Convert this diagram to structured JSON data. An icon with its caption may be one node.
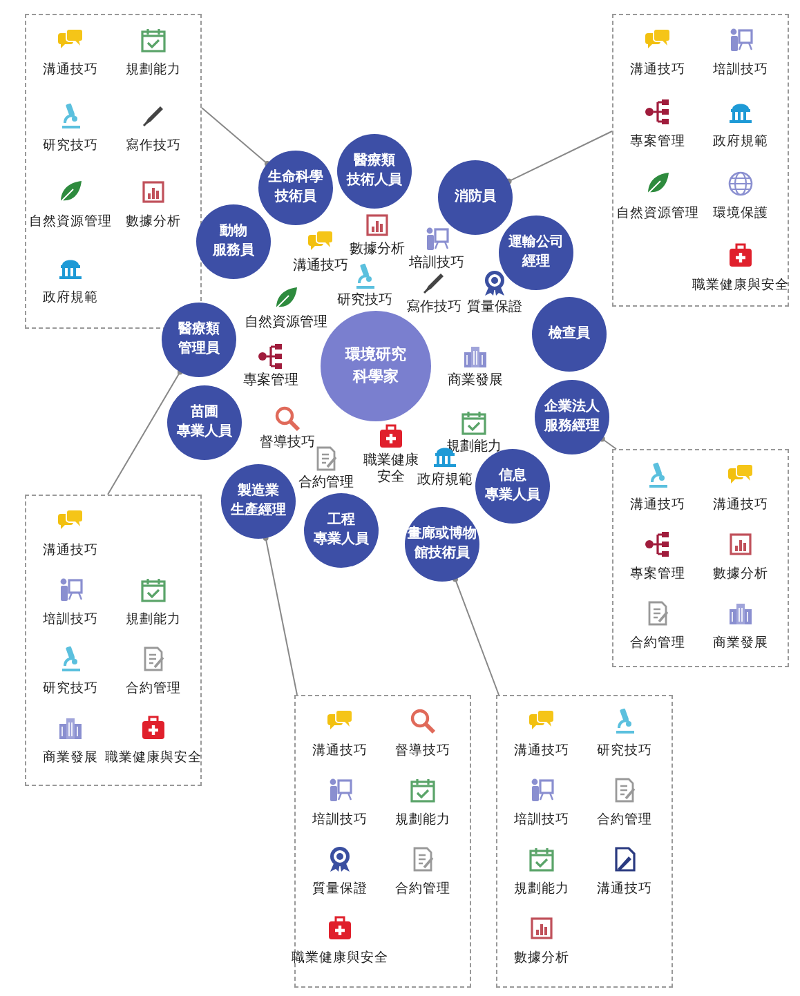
{
  "diagram": {
    "nodes": [
      {
        "text": [
          "環境研究科學家"
        ]
      },
      {
        "text": [
          "生命科學技術員"
        ]
      },
      {
        "text": [
          "醫療類技術人員"
        ]
      },
      {
        "text": [
          "消防員"
        ]
      },
      {
        "text": [
          "運輸公司經理"
        ]
      },
      {
        "text": [
          "檢查員"
        ]
      },
      {
        "text": [
          "企業法人服務經理"
        ]
      },
      {
        "text": [
          "信息專業人員"
        ]
      },
      {
        "text": [
          "畫廊或博物館技術員"
        ]
      },
      {
        "text": [
          "工程專業人員"
        ]
      },
      {
        "text": [
          "製造業生產經理"
        ]
      },
      {
        "text": [
          "苗圃專業人員"
        ]
      },
      {
        "text": [
          "醫療類管理員"
        ]
      },
      {
        "text": [
          "動物服務員"
        ]
      },
      {
        "text": [
          "溝通技巧",
          "規劃能力",
          "研究技巧",
          "寫作技巧",
          "自然資源管理",
          "數據分析",
          "政府規範"
        ]
      },
      {
        "text": [
          "溝通技巧",
          "培訓技巧",
          "專案管理",
          "政府規範",
          "自然資源管理",
          "環境保護",
          "職業健康與安全"
        ]
      },
      {
        "text": [
          "溝通技巧",
          "溝通技巧",
          "專案管理",
          "數據分析",
          "合約管理",
          "商業發展"
        ]
      },
      {
        "text": [
          "溝通技巧",
          "培訓技巧",
          "規劃能力",
          "研究技巧",
          "合約管理",
          "商業發展",
          "職業健康與安全"
        ]
      },
      {
        "text": [
          "溝通技巧",
          "督導技巧",
          "培訓技巧",
          "規劃能力",
          "質量保證",
          "合約管理",
          "職業健康與安全"
        ]
      },
      {
        "text": [
          "溝通技巧",
          "研究技巧",
          "培訓技巧",
          "合約管理",
          "規劃能力",
          "溝通技巧",
          "數據分析"
        ]
      }
    ],
    "edges": [
      {
        "from": 14,
        "to": 1,
        "arrow": "other"
      },
      {
        "from": 15,
        "to": 3,
        "arrow": "other"
      },
      {
        "from": 16,
        "to": 6,
        "arrow": "other"
      },
      {
        "from": 17,
        "to": 12,
        "arrow": "other"
      },
      {
        "from": 18,
        "to": 10,
        "arrow": "other"
      },
      {
        "from": 19,
        "to": 8,
        "arrow": "other"
      }
    ],
    "labels": [
      "數據分析",
      "溝通技巧",
      "培訓技巧",
      "研究技巧",
      "寫作技巧",
      "質量保證",
      "自然資源管理",
      "專案管理",
      "商業發展",
      "督導技巧",
      "規劃能力",
      "職業健康安全",
      "合約管理",
      "政府規範"
    ]
  }
}
